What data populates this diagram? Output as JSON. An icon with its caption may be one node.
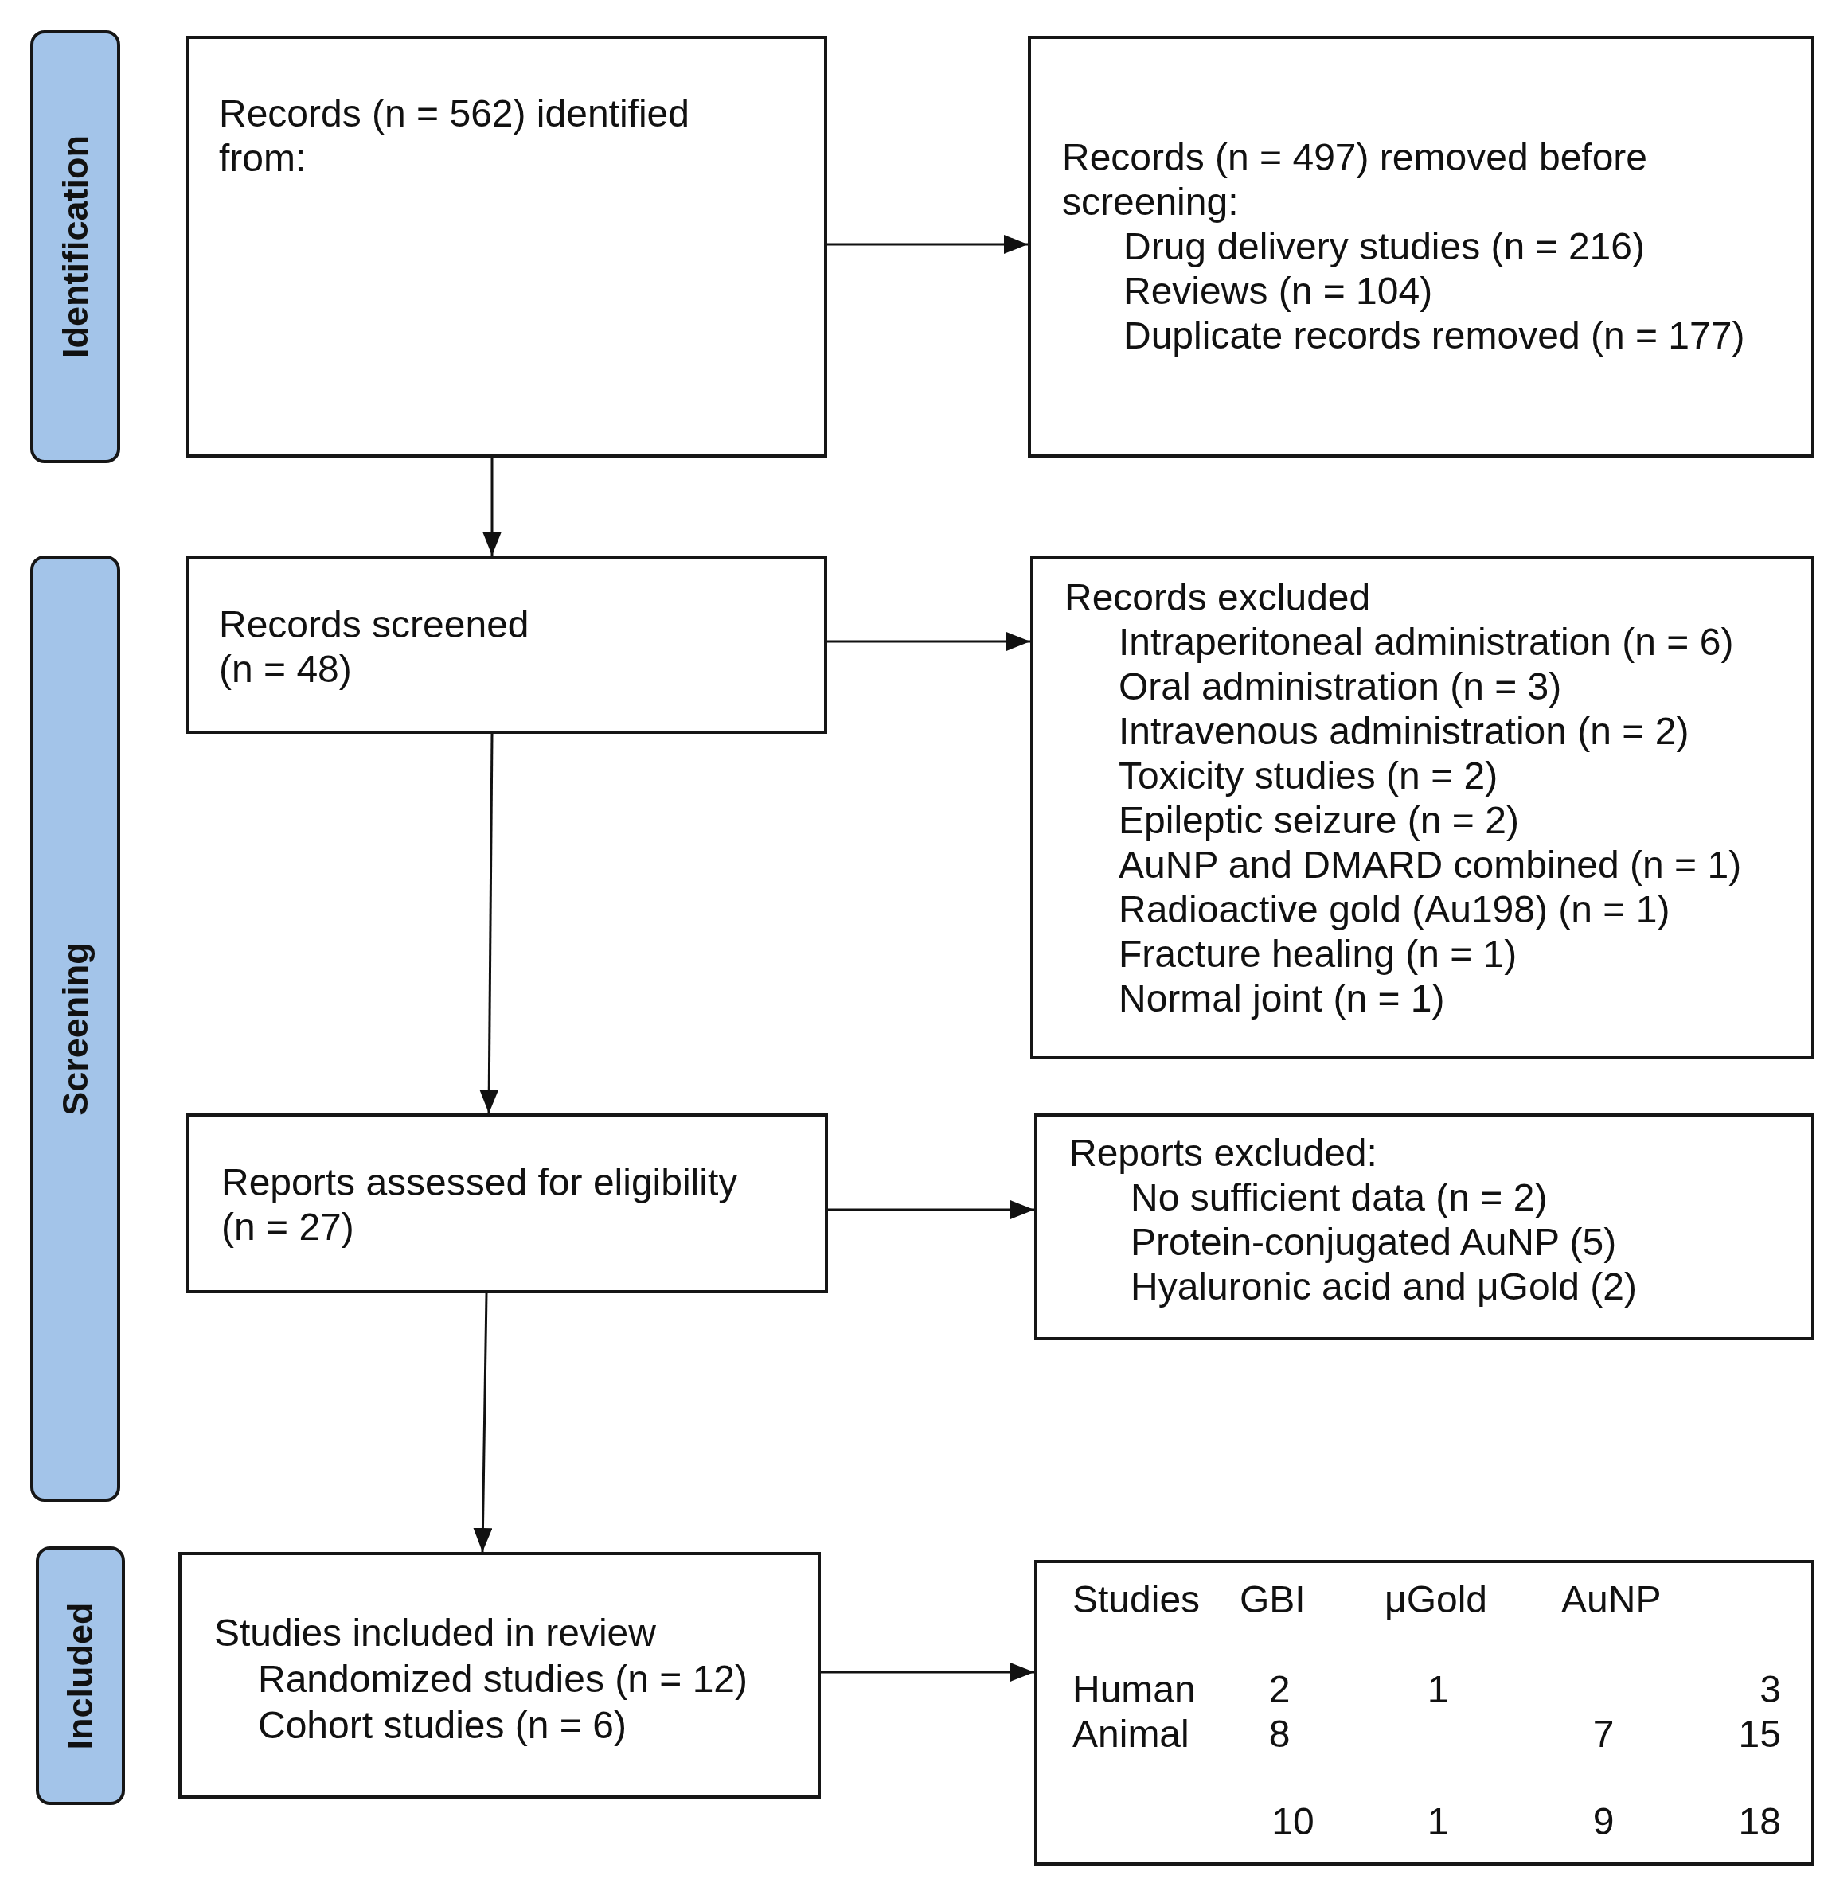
{
  "diagram": {
    "nodes": [
      {
        "text": [
          "Identification"
        ]
      },
      {
        "text": [
          "Records (n = 562) identified from:"
        ]
      },
      {
        "text": [
          "Records (n = 497) removed before screening:",
          "Drug delivery studies (n = 216)",
          "Reviews (n = 104)",
          "Duplicate records removed (n = 177)"
        ]
      },
      {
        "text": [
          "Screening"
        ]
      },
      {
        "text": [
          "Records screened (n = 48)"
        ]
      },
      {
        "text": [
          "Records excluded",
          "Intraperitoneal administration (n = 6)",
          "Oral administration (n = 3)",
          "Intravenous administration (n = 2)",
          "Toxicity studies (n = 2)",
          "Epileptic seizure (n = 2)",
          "AuNP and DMARD combined (n = 1)",
          "Radioactive gold (Au198) (n = 1)",
          "Fracture healing (n = 1)",
          "Normal joint (n = 1)"
        ]
      },
      {
        "text": [
          "Reports assessed for eligibility (n = 27)"
        ]
      },
      {
        "text": [
          "Reports excluded:",
          "No sufficient data (n = 2)",
          "Protein-conjugated AuNP (5)",
          "Hyaluronic acid and μGold (2)"
        ]
      },
      {
        "text": [
          "Included"
        ]
      },
      {
        "text": [
          "Studies included in review",
          "Randomized studies (n = 12)",
          "Cohort studies (n = 6)"
        ]
      },
      {
        "text": [
          "Studies",
          "GBI",
          "μGold",
          "AuNP",
          "Human",
          "2",
          "1",
          "3",
          "Animal",
          "8",
          "7",
          "15",
          "10",
          "1",
          "9",
          "18"
        ]
      }
    ],
    "edges": [
      {
        "from": 1,
        "to": 2,
        "arrow": "to"
      },
      {
        "from": 1,
        "to": 4,
        "arrow": "to"
      },
      {
        "from": 4,
        "to": 5,
        "arrow": "to"
      },
      {
        "from": 4,
        "to": 6,
        "arrow": "to"
      },
      {
        "from": 6,
        "to": 7,
        "arrow": "to"
      },
      {
        "from": 6,
        "to": 9,
        "arrow": "to"
      },
      {
        "from": 9,
        "to": 10,
        "arrow": "to"
      }
    ]
  }
}
